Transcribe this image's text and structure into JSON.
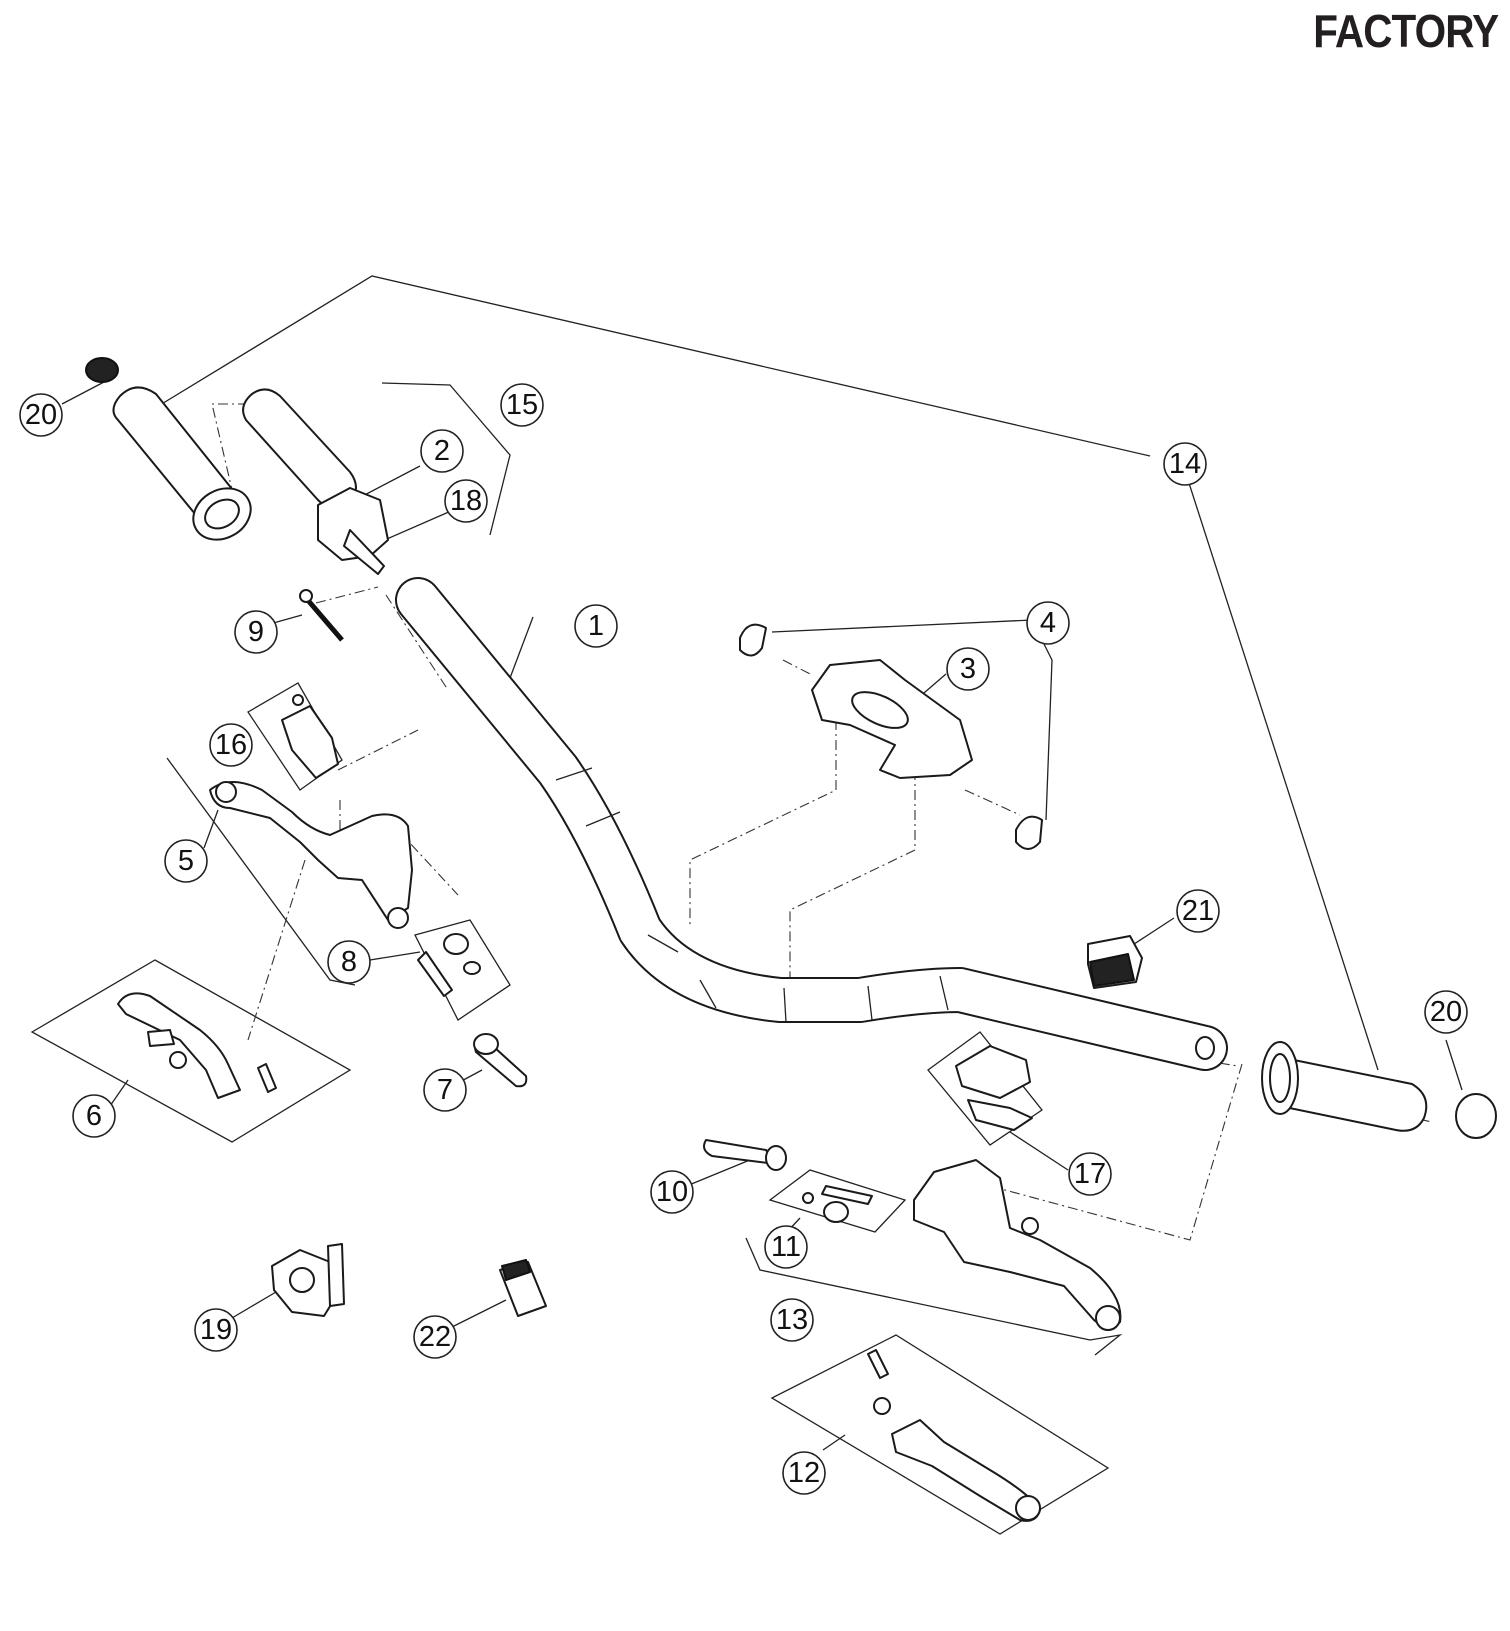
{
  "brand": "FACTORY",
  "callouts": [
    {
      "id": "c1",
      "label": "1"
    },
    {
      "id": "c2",
      "label": "2"
    },
    {
      "id": "c3",
      "label": "3"
    },
    {
      "id": "c4",
      "label": "4"
    },
    {
      "id": "c5",
      "label": "5"
    },
    {
      "id": "c6",
      "label": "6"
    },
    {
      "id": "c7",
      "label": "7"
    },
    {
      "id": "c8",
      "label": "8"
    },
    {
      "id": "c9",
      "label": "9"
    },
    {
      "id": "c10",
      "label": "10"
    },
    {
      "id": "c11",
      "label": "11"
    },
    {
      "id": "c12",
      "label": "12"
    },
    {
      "id": "c13",
      "label": "13"
    },
    {
      "id": "c14",
      "label": "14"
    },
    {
      "id": "c15",
      "label": "15"
    },
    {
      "id": "c16",
      "label": "16"
    },
    {
      "id": "c17",
      "label": "17"
    },
    {
      "id": "c18",
      "label": "18"
    },
    {
      "id": "c19",
      "label": "19"
    },
    {
      "id": "c20a",
      "label": "20"
    },
    {
      "id": "c20b",
      "label": "20"
    },
    {
      "id": "c21",
      "label": "21"
    },
    {
      "id": "c22",
      "label": "22"
    }
  ]
}
